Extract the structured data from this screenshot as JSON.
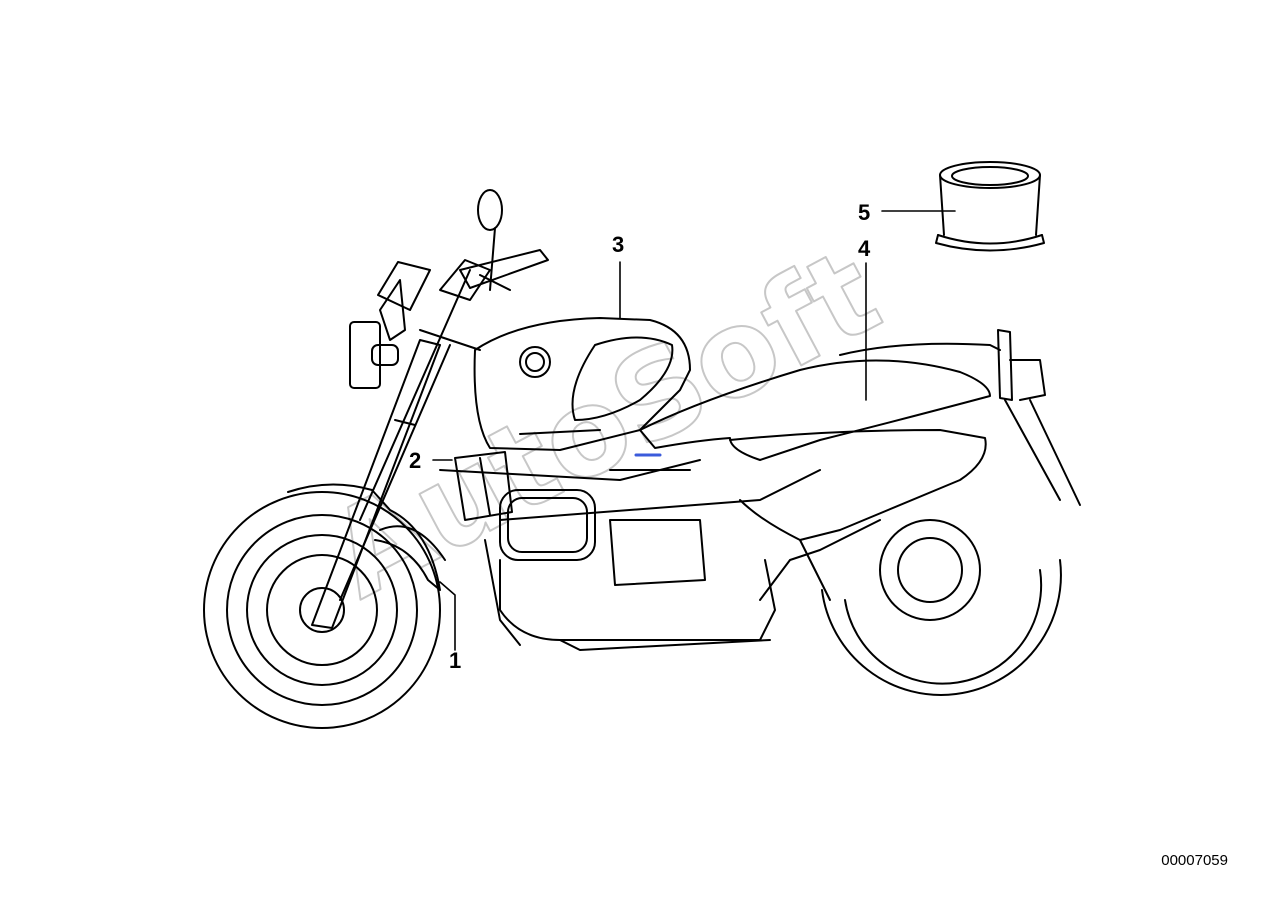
{
  "callouts": [
    {
      "id": "1",
      "label": "1"
    },
    {
      "id": "2",
      "label": "2"
    },
    {
      "id": "3",
      "label": "3"
    },
    {
      "id": "4",
      "label": "4"
    },
    {
      "id": "5",
      "label": "5"
    }
  ],
  "reference_number": "00007059",
  "watermark": "AutoSoft",
  "colors": {
    "line": "#000000",
    "background": "#ffffff",
    "watermark": "#c8c8c8",
    "accent_mark": "#3b5bdb"
  }
}
